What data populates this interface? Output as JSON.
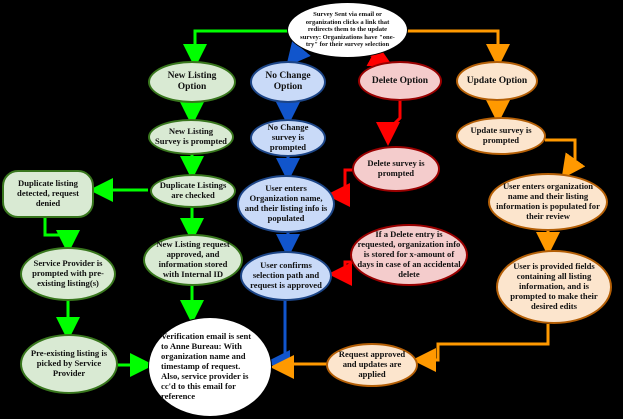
{
  "colors": {
    "green_line": "#00ff00",
    "blue_line": "#1155cc",
    "red_line": "#ff0000",
    "orange_line": "#ff9900"
  },
  "nodes": {
    "survey_sent": "Survey Sent via email or organization clicks a link that redirects them to the update survey: Organizations have \"one-try\" for their survey selection",
    "new_listing_option": "New Listing Option",
    "no_change_option": "No Change Option",
    "delete_option": "Delete Option",
    "update_option": "Update Option",
    "new_listing_survey": "New Listing Survey is prompted",
    "no_change_survey": "No Change survey is prompted",
    "delete_survey": "Delete survey is prompted",
    "update_survey": "Update survey is prompted",
    "duplicate_denied": "Duplicate listing detected, request denied",
    "duplicate_checked": "Duplicate Listings are checked",
    "user_enters_blue": "User enters Organization name, and their listing info is populated",
    "user_enters_orange": "User enters organization name and their listing information is populated for their review",
    "delete_note": "If a Delete entry is requested, organization info is stored for x-amount of days in case of an accidental delete",
    "service_provider_prompted": "Service Provider is prompted with pre-existing listing(s)",
    "new_listing_approved": "New Listing request approved, and information stored with Internal ID",
    "user_confirms": "User confirms selection path and request is approved",
    "user_provided_fields": "User is provided fields containing all listing information, and is prompted to make their desired edits",
    "preexisting_picked": "Pre-existing listing is picked by Service Provider",
    "verification_email": "Verification email is sent to Anne Bureau: With organization name and timestamp of request. Also, service provider is cc'd to this email for reference",
    "request_approved": "Request approved and updates are applied"
  }
}
